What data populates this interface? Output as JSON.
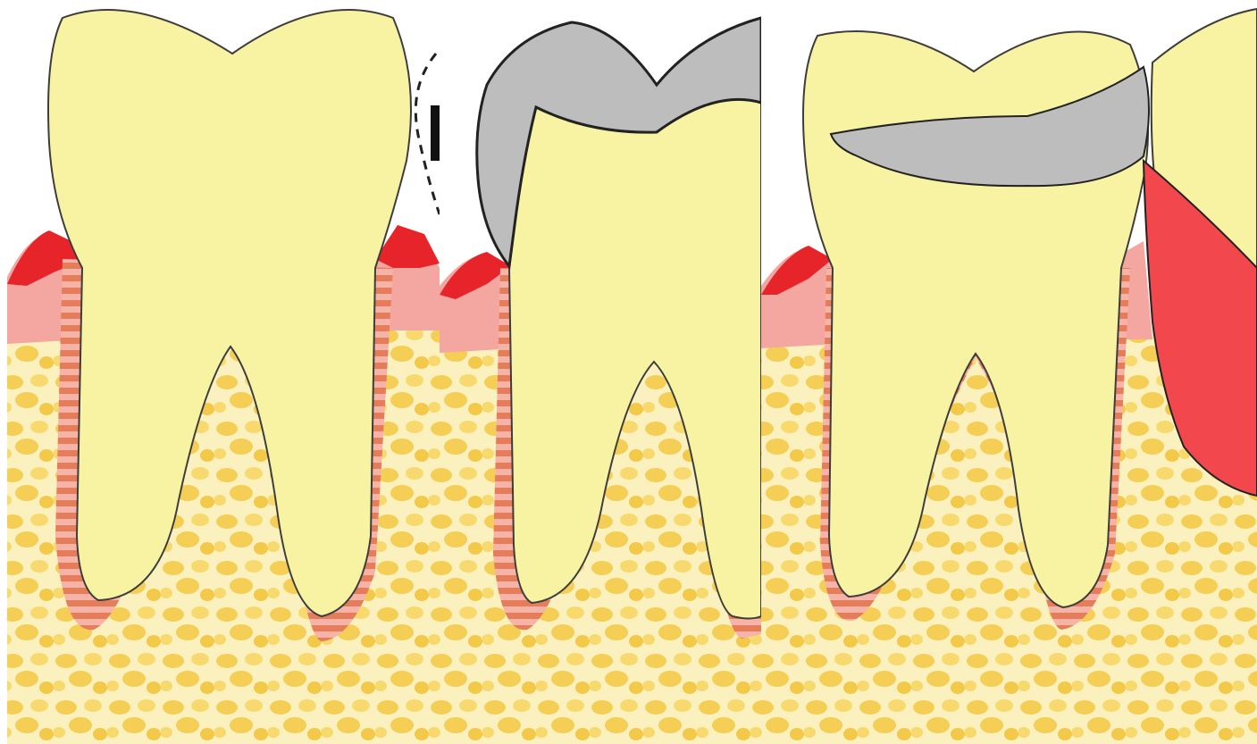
{
  "figure": {
    "panels": [
      {
        "id": "panel-1",
        "subject": "molar-with-inflamed-gums"
      },
      {
        "id": "panel-2",
        "subject": "molar-with-metal-crown-overhang"
      },
      {
        "id": "panel-3",
        "subject": "molar-with-partial-denture-clasp"
      }
    ],
    "colors": {
      "tooth": "#f8f3a2",
      "tooth_outline": "#3d3d3d",
      "metal": "#bdbdbd",
      "gum_inflamed": "#e8242b",
      "gum_pink": "#f4a6a0",
      "ligament": "#e57c5a",
      "bone_light": "#fbf1be",
      "bone_dark": "#f5cf55",
      "denture_base": "#f2474d"
    }
  }
}
